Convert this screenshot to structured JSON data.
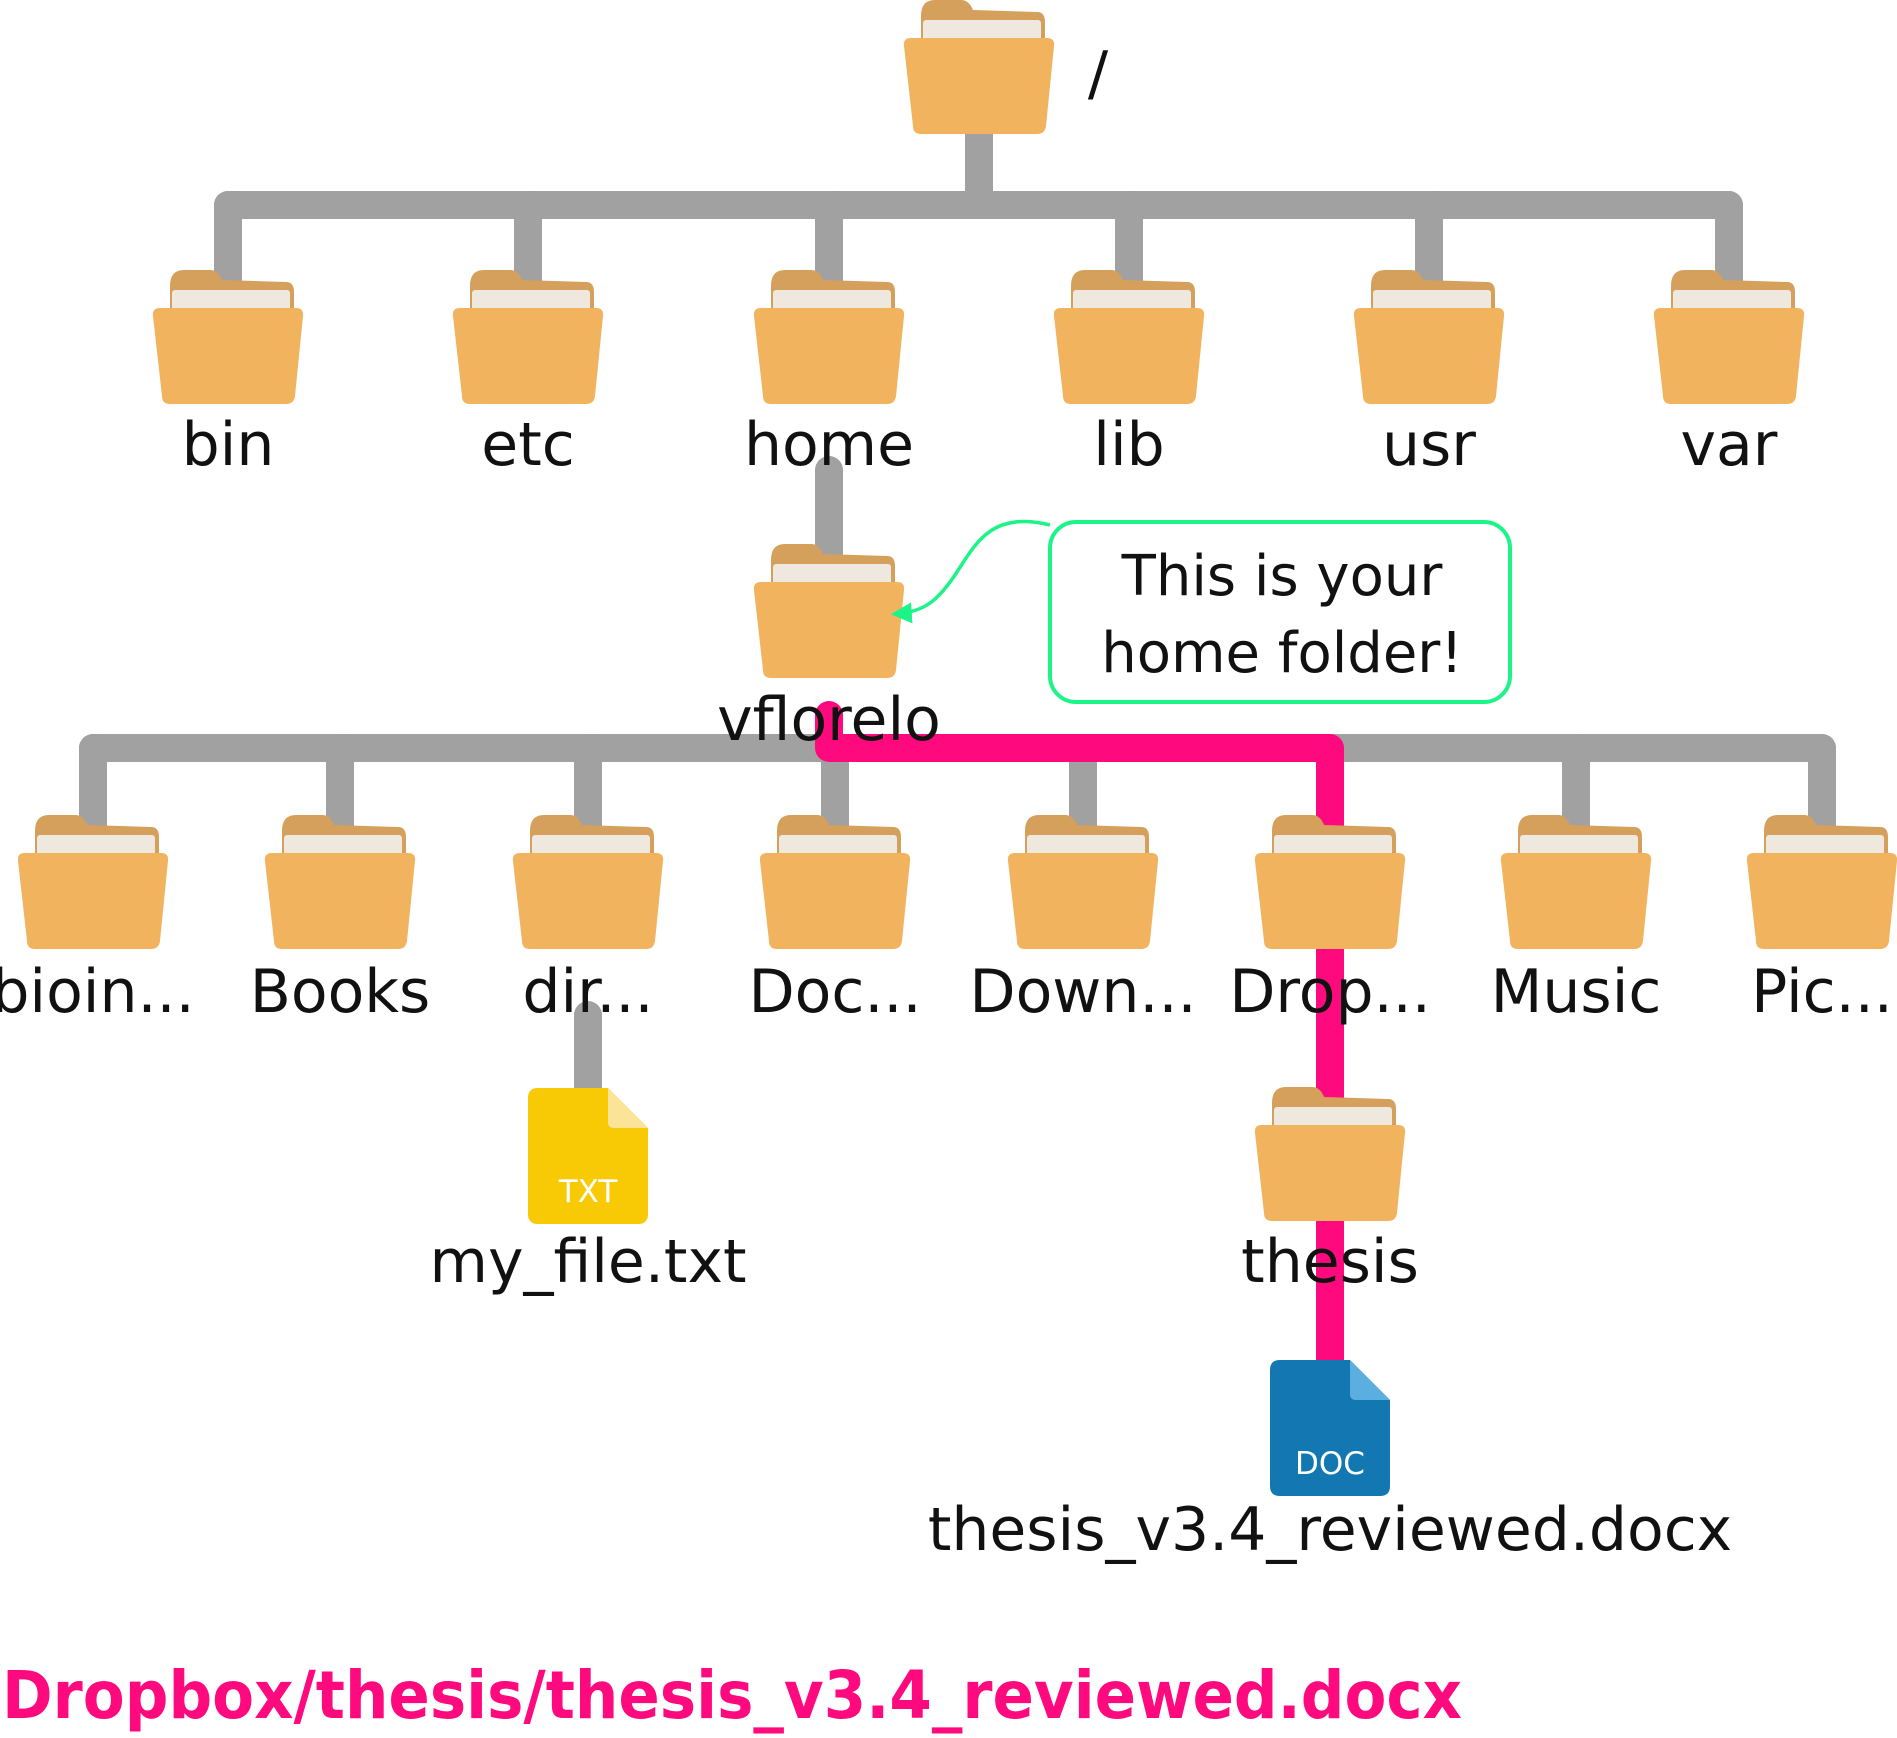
{
  "colors": {
    "connector": "#a1a1a1",
    "highlight": "#ff0a7e",
    "folder_front": "#f2b35e",
    "folder_back": "#d5a05b",
    "folder_paper": "#efe8de",
    "callout": "#1cf488",
    "txt_file": "#f8ca06",
    "txt_fold": "#fbe497",
    "doc_file": "#1378b2",
    "doc_fold": "#5aaee0",
    "text": "#111111"
  },
  "tree": {
    "root": {
      "label": "/",
      "icon": "folder-icon"
    },
    "top_level": [
      {
        "label": "bin",
        "icon": "folder-icon"
      },
      {
        "label": "etc",
        "icon": "folder-icon"
      },
      {
        "label": "home",
        "icon": "folder-icon"
      },
      {
        "label": "lib",
        "icon": "folder-icon"
      },
      {
        "label": "usr",
        "icon": "folder-icon"
      },
      {
        "label": "var",
        "icon": "folder-icon"
      }
    ],
    "home_folder": {
      "label": "vflorelo",
      "icon": "folder-icon"
    },
    "home_children": [
      {
        "label": "bioin...",
        "icon": "folder-icon"
      },
      {
        "label": "Books",
        "icon": "folder-icon"
      },
      {
        "label": "dir...",
        "icon": "folder-icon"
      },
      {
        "label": "Doc...",
        "icon": "folder-icon"
      },
      {
        "label": "Down...",
        "icon": "folder-icon"
      },
      {
        "label": "Drop...",
        "icon": "folder-icon"
      },
      {
        "label": "Music",
        "icon": "folder-icon"
      },
      {
        "label": "Pic...",
        "icon": "folder-icon"
      }
    ],
    "txt_file": {
      "label": "my_file.txt",
      "badge": "TXT",
      "icon": "txt-file-icon"
    },
    "thesis_folder": {
      "label": "thesis",
      "icon": "folder-icon"
    },
    "doc_file": {
      "label": "thesis_v3.4_reviewed.docx",
      "badge": "DOC",
      "icon": "doc-file-icon"
    }
  },
  "callout": {
    "line1": "This is your",
    "line2": "home folder!"
  },
  "relative_path": "Dropbox/thesis/thesis_v3.4_reviewed.docx"
}
